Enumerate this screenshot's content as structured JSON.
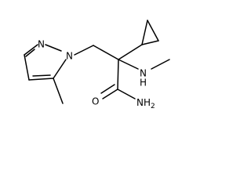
{
  "structure": {
    "atom_labels": {
      "ring_n_top": "N",
      "ring_n_attached": "N",
      "amine_nh": "N",
      "amine_h": "H",
      "carbonyl_o": "O",
      "amide_nh2": "NH",
      "amide_subscript": "2"
    }
  }
}
